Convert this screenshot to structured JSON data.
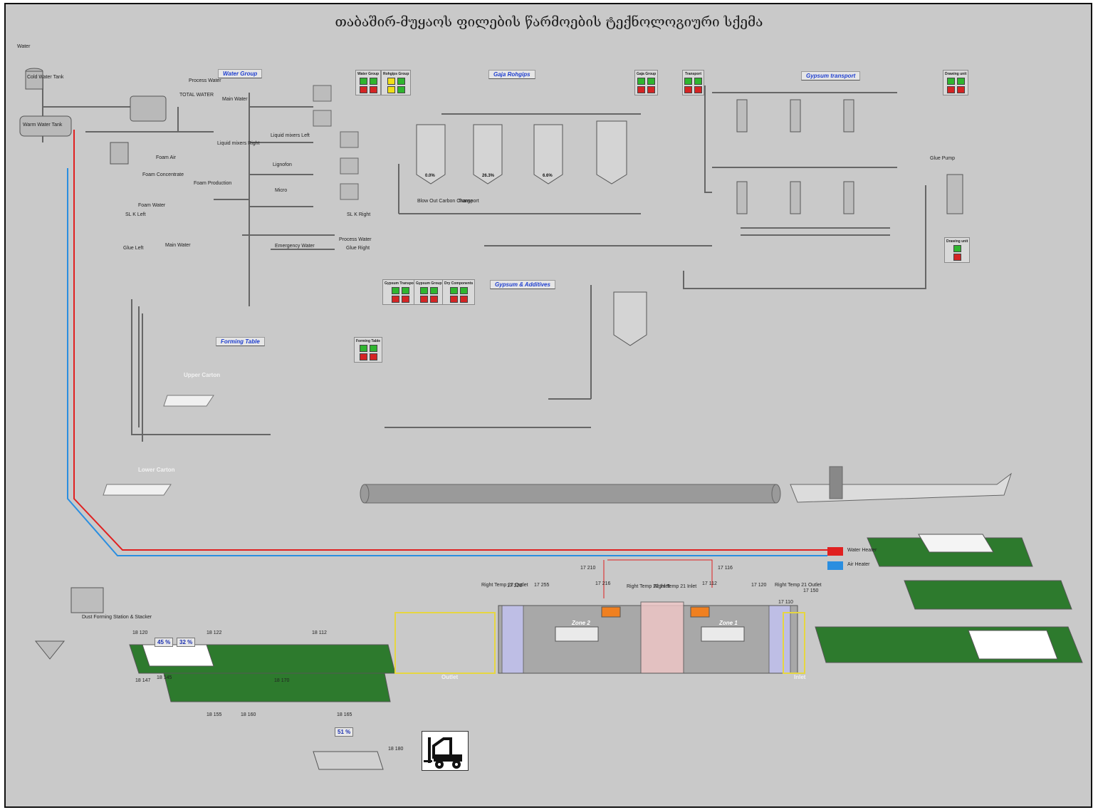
{
  "title": "თაბაშირ-მუყაოს ფილების წარმოების ტექნოლოგიური სქემა",
  "group_labels": {
    "water_group": "Water Group",
    "gaja_rohgips": "Gaja Rohgips",
    "gypsum_transport": "Gypsum transport",
    "gypsum_additives": "Gypsum & Additives",
    "forming_table": "Forming Table"
  },
  "control_panels": {
    "water_group": "Water Group",
    "rohgips_group": "Rohgips Group",
    "gaja_group": "Gaja Group",
    "transport": "Transport",
    "drawing_unit": "Drawing unit",
    "gypsum_transport": "Gypsum Transport",
    "gypsum_group": "Gypsum Group",
    "dry_components": "Dry Components",
    "forming_table": "Forming Table",
    "drawing_unit_2": "Drawing unit"
  },
  "tags": {
    "water": "Water",
    "cold_water_tank": "Cold Water Tank",
    "warm_water_tank": "Warm Water Tank",
    "process_water": "Process Water",
    "total_water": "TOTAL WATER",
    "main_water": "Main Water",
    "foam_air": "Foam Air",
    "foam_concentrate": "Foam Concentrate",
    "foam_water": "Foam Water",
    "foam_production": "Foam Production",
    "liquid_mixers_right": "Liquid mixers Right",
    "liquid_mixers_left": "Liquid mixers Left",
    "lignosulfonate": "Lignofon",
    "micro": "Micro",
    "emergency_water": "Emergency Water",
    "glue_left": "Glue Left",
    "glue_right": "Glue Right",
    "process_water_2": "Process Water",
    "sm_left": "SL K Left",
    "sm_right": "SL K Right",
    "water_main": "Main Water",
    "burner_outlet": "Blow Out Carbon Charge",
    "transport": "Transport",
    "glue_pump": "Glue Pump",
    "upper_carton": "Upper Carton",
    "lower_carton": "Lower Carton",
    "water_heater": "Water Heater",
    "air_heater": "Air Heater",
    "dust_forming": "Dust Forming Station & Stacker",
    "outlet": "Outlet",
    "inlet": "Inlet",
    "zone1": "Zone 1",
    "zone2": "Zone 2",
    "right_temp_22_outlet": "Right Temp 22 Outlet",
    "right_temp_22_inlet": "Right Temp 22 Inlet",
    "right_temp_21_inlet": "Right Temp 21 Inlet",
    "right_temp_21_outlet": "Right Temp 21 Outlet",
    "t17_220": "17 220",
    "t17_255": "17 255",
    "t17_210": "17 210",
    "t17_216": "17 216",
    "t17_116": "17 116",
    "t17_112": "17 112",
    "t17_120": "17 120",
    "t17_110": "17 110",
    "t17_150": "17 150",
    "t18_120": "18 120",
    "t18_122": "18 122",
    "t18_112": "18 112",
    "t18_147": "18 147",
    "t18_145": "18 145",
    "t18_170": "18 170",
    "t18_155": "18 155",
    "t18_160": "18 160",
    "t18_165": "18 165",
    "t18_180": "18 180"
  },
  "indicators": {
    "pct_a": "45",
    "pct_b": "32",
    "pct_c": "51",
    "pct_unit": "%",
    "silo1": "0.0%",
    "silo2": "26.3%",
    "silo3": "6.6%"
  },
  "colors": {
    "background": "#c9c9c9",
    "pipe": "#777777",
    "hot_line": "#e02020",
    "cold_line": "#2a8ee0",
    "group_label_text": "#1f3fd0",
    "conveyor_green": "#2d7a2d"
  },
  "icons": [
    "forklift-icon",
    "trend-chart-icon",
    "tank-icon",
    "silo-icon",
    "valve-icon",
    "pump-icon",
    "fan-icon",
    "burner-icon"
  ]
}
